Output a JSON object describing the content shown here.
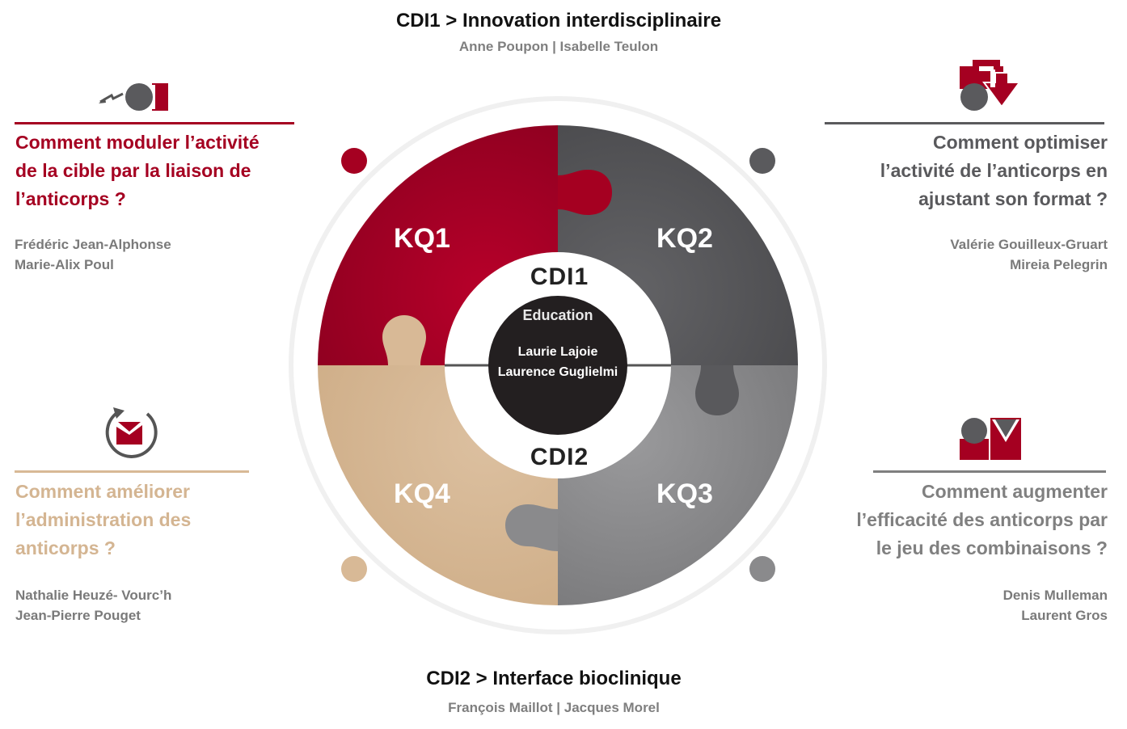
{
  "header_top": {
    "title": "CDI1 > Innovation interdisciplinaire",
    "leads": "Anne Poupon | Isabelle Teulon"
  },
  "header_bottom": {
    "title": "CDI2 > Interface bioclinique",
    "leads": "François Maillot | Jacques Morel"
  },
  "center": {
    "kq1": "KQ1",
    "kq2": "KQ2",
    "kq3": "KQ3",
    "kq4": "KQ4",
    "cdi1": "CDI1",
    "cdi2": "CDI2",
    "education": "Education",
    "education_lead_1": "Laurie Lajoie",
    "education_lead_2": "Laurence Guglielmi"
  },
  "kq1_panel": {
    "question_lines": [
      "Comment moduler l’activité",
      "de la cible par la liaison de",
      "l’anticorps ?"
    ],
    "people": [
      "Frédéric Jean-Alphonse",
      "Marie-Alix Poul"
    ],
    "icon": "ball-arrow-icon"
  },
  "kq2_panel": {
    "question_lines": [
      "Comment optimiser",
      "l’activité de l’anticorps en",
      "ajustant son format ?"
    ],
    "people": [
      "Valérie Gouilleux-Gruart",
      "Mireia Pelegrin"
    ],
    "icon": "format-down-arrow-icon"
  },
  "kq3_panel": {
    "question_lines": [
      "Comment augmenter",
      "l’efficacité des anticorps par",
      "le jeu des combinaisons ?"
    ],
    "people": [
      "Denis Mulleman",
      "Laurent Gros"
    ],
    "icon": "combination-shapes-icon"
  },
  "kq4_panel": {
    "question_lines": [
      "Comment améliorer",
      "l’administration des",
      "anticorps ?"
    ],
    "people": [
      "Nathalie Heuzé- Vourc’h",
      "Jean-Pierre Pouget"
    ],
    "icon": "cycle-arrow-icon"
  },
  "colors": {
    "kq1": "#a50021",
    "kq2": "#59595c",
    "kq3": "#8a8a8c",
    "kq4": "#d8b996",
    "center": "#231f20",
    "text_dark": "#111111",
    "text_gray": "#7f7f7f"
  }
}
